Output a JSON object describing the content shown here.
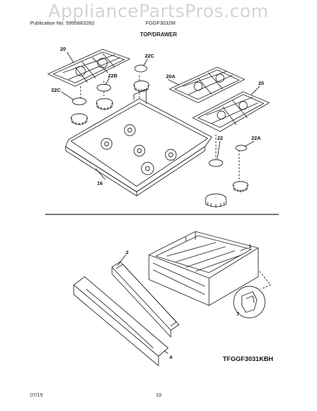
{
  "watermark": "AppliancePartsPros.com",
  "header": {
    "publication": "Publication No: 5995663282",
    "model": "FGGF3032M"
  },
  "section_title": "TOP/DRAWER",
  "callouts": {
    "grate_left": "20",
    "cap_small_top": "22C",
    "cap_22b": "22B",
    "cap_22c_left": "22C",
    "grate_20a": "20A",
    "grate_right": "20",
    "cap_22": "22",
    "cap_22a": "22A",
    "cooktop": "16",
    "drawer": "1",
    "drawer_frame": "2",
    "drawer_front": "4",
    "detail": "7"
  },
  "diagram_code": "TFGGF3031KBH",
  "footer": {
    "date": "07/15",
    "page": "10"
  }
}
